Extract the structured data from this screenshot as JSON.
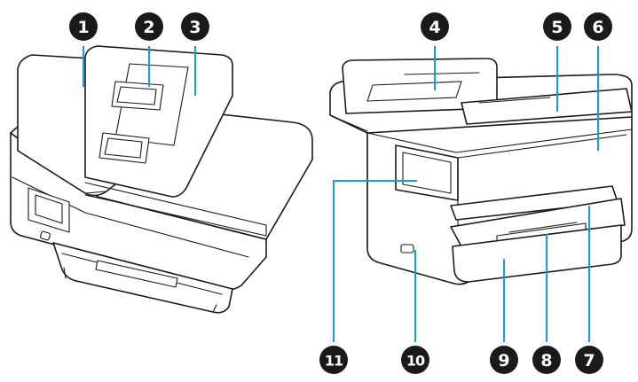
{
  "callouts": [
    {
      "number": "1"
    },
    {
      "number": "2"
    },
    {
      "number": "3"
    },
    {
      "number": "4"
    },
    {
      "number": "5"
    },
    {
      "number": "6"
    },
    {
      "number": "7"
    },
    {
      "number": "8"
    },
    {
      "number": "9"
    },
    {
      "number": "10"
    },
    {
      "number": "11"
    }
  ],
  "colors": {
    "outline": "#1a1a1a",
    "leader": "#1e9bd7",
    "callout_fill": "#1a1a1a",
    "callout_text": "#ffffff"
  }
}
